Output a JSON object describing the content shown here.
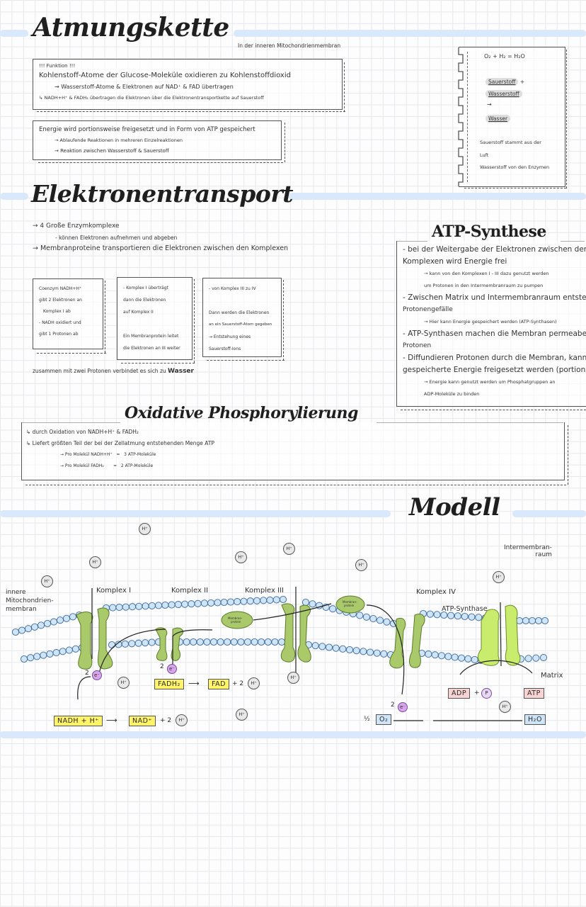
{
  "colors": {
    "highlight_bar": "#d9e9fb",
    "protein_green": "#a9c96a",
    "atp_synthase_green": "#c9ec6c",
    "phospholipid_blue": "#cfe5f7",
    "reactant_yellow": "#fff36a",
    "atp_pink": "#f7d3d3",
    "electron_purple": "#d9a6ec"
  },
  "section1": {
    "title": "Atmungskette",
    "subtitle": "In der inneren Mitochondrienmembran",
    "box1": {
      "heading": "!!! Funktion !!!",
      "line1": "Kohlenstoff-Atome der Glucose-Moleküle   oxidieren zu Kohlenstoffdioxid",
      "line2": "→ Wasserstoff-Atome & Elektronen auf NAD⁺ & FAD übertragen",
      "line3": "↳ NADH+H⁺ & FADH₂ übertragen die Elektronen über die Elektronentransportkette auf Sauerstoff"
    },
    "box2": {
      "line1": "Energie wird portionsweise freigesetzt und in Form von ATP gespeichert",
      "line2": "→ Ablaufende Reaktionen in mehreren Einzelreaktionen",
      "line3": "→ Reaktion zwischen Wasserstoff & Sauerstoff"
    },
    "note": {
      "equation": "O₂  +  H₂  =  H₂O",
      "word1": "Sauerstoff",
      "plus": "+",
      "word2": "Wasserstoff",
      "arrow": "→",
      "word3": "Wasser",
      "fact1": "Sauerstoff stammt aus der",
      "fact1b": "Luft",
      "fact2": "Wasserstoff von den Enzymen"
    }
  },
  "section2": {
    "title": "Elektronentransport",
    "line1": "→ 4  Große Enzymkomplexe",
    "line2": "- können Elektronen aufnehmen und abgeben",
    "line3": "→ Membranproteine transportieren die Elektronen zwischen den Komplexen",
    "cards": [
      {
        "lines": [
          "Coenzym NADH+H⁺",
          "gibt 2 Elektronen an",
          "Komplex I ab",
          "- NADH oxidiert und",
          "gibt 1 Protonen ab"
        ]
      },
      {
        "lines": [
          "- Komplex I überträgt",
          "dann die Elektronen",
          "auf Komplex II",
          "",
          "Ein Membranprotein leitet",
          "die Elektronen an III weiter"
        ]
      },
      {
        "lines": [
          "- von Komplex III zu IV",
          "",
          "Dann werden die Elektronen",
          "an ein Sauerstoff-Atom gegeben",
          "→ Entstehung eines",
          "Sauerstoff-Ions"
        ]
      }
    ],
    "footer": "zusammen mit zwei Protonen verbindet es sich zu",
    "footer_word": "Wasser"
  },
  "section3": {
    "title": "ATP-Synthese",
    "lines": [
      {
        "text": "- bei der Weitergabe der Elektronen zwischen den",
        "size": "big",
        "indent": 0
      },
      {
        "text": "Komplexen wird Energie frei",
        "size": "big",
        "indent": 0
      },
      {
        "text": "→ kann von den Komplexen I - III dazu genutzt werden",
        "size": "small",
        "indent": 2
      },
      {
        "text": "um Protonen in den Intermembranraum zu pumpen",
        "size": "small",
        "indent": 2
      },
      {
        "text": "- Zwischen Matrix und Intermembranraum entsteht ein",
        "size": "big",
        "indent": 0
      },
      {
        "text": "Protonengefälle",
        "size": "normal",
        "indent": 0
      },
      {
        "text": "→ Hier kann Energie gespeichert werden (ATP-Synthasen)",
        "size": "small",
        "indent": 2
      },
      {
        "text": "- ATP-Synthasen machen die Membran permeabel für",
        "size": "big",
        "indent": 0
      },
      {
        "text": "Protonen",
        "size": "normal",
        "indent": 0
      },
      {
        "text": "- Diffundieren Protonen durch die Membran, kann die",
        "size": "big",
        "indent": 0
      },
      {
        "text": "gespeicherte Energie freigesetzt werden (portionsweise)",
        "size": "big",
        "indent": 0
      },
      {
        "text": "→ Energie kann genutzt werden um Phosphatgruppen an",
        "size": "small",
        "indent": 2
      },
      {
        "text": "ADP-Moleküle zu binden",
        "size": "small",
        "indent": 2
      }
    ]
  },
  "section4": {
    "title": "Oxidative Phosphorylierung",
    "line1": "↳ durch Oxidation von NADH+H⁺ & FADH₂",
    "line2": "↳ Liefert größten Teil der bei der Zellatmung entstehenden Menge ATP",
    "line3": "→ Pro Molekül NADH+H⁺   =   3 ATP-Moleküle",
    "line4": "→ Pro Molekül FADH₂       =   2 ATP-Moleküle"
  },
  "section5": {
    "title": "Modell",
    "labels": {
      "intermembrane": "Intermembran-\nraum",
      "inner_membrane": "innere\nMitochondrien-\nmembran",
      "complex1": "Komplex I",
      "complex2": "Komplex II",
      "complex3": "Komplex III",
      "complex4": "Komplex IV",
      "atp_synthase": "ATP-Synthase",
      "matrix": "Matrix",
      "membrane_protein": "Membran-\nprotein"
    },
    "reactions": {
      "nadh": "NADH + H⁺",
      "nad": "NAD⁺",
      "plus2": "+ 2",
      "fadh2": "FADH₂",
      "fad": "FAD",
      "adp": "ADP",
      "plus": "+",
      "p": "P",
      "atp": "ATP",
      "half": "½",
      "o2": "O₂",
      "h2o": "H₂O",
      "two": "2",
      "electron": "e⁻",
      "proton": "H⁺",
      "arrow": "⟶"
    }
  }
}
